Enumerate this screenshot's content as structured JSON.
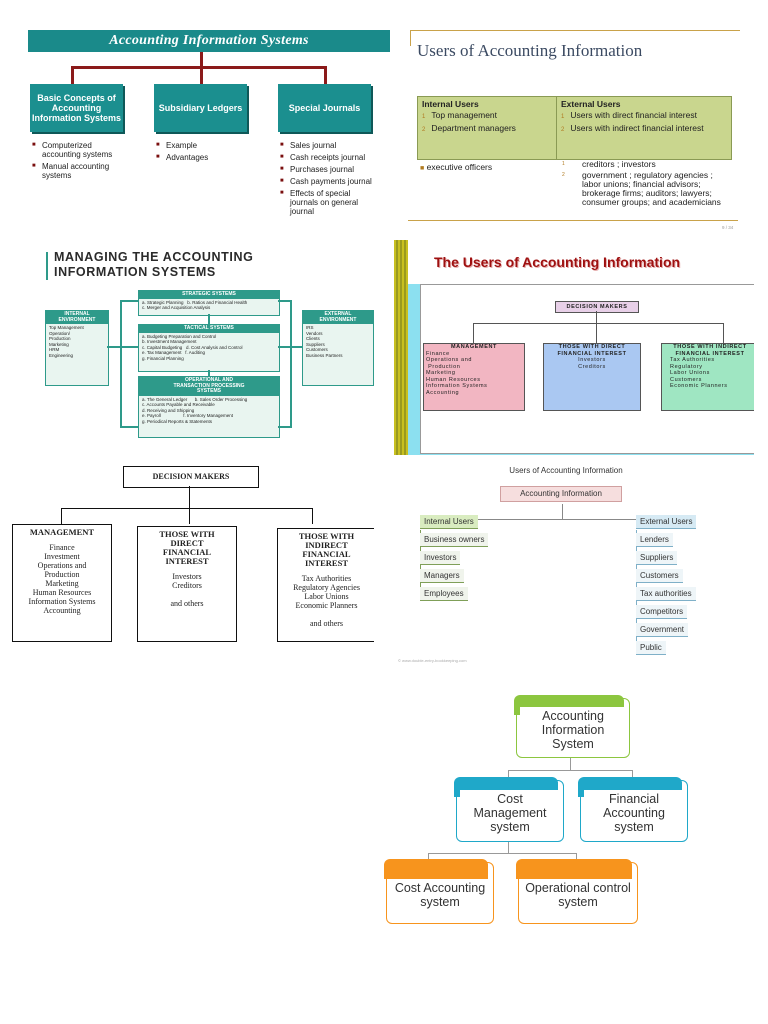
{
  "panel1": {
    "title": "Accounting Information Systems",
    "boxes": [
      {
        "label": "Basic Concepts of Accounting Information Systems",
        "items": [
          "Computerized accounting systems",
          "Manual accounting systems"
        ]
      },
      {
        "label": "Subsidiary Ledgers",
        "items": [
          "Example",
          "Advantages"
        ]
      },
      {
        "label": "Special Journals",
        "items": [
          "Sales journal",
          "Cash receipts journal",
          "Purchases journal",
          "Cash payments journal",
          "Effects of special journals on general journal"
        ]
      }
    ]
  },
  "panel2": {
    "title": "Users of Accounting Information",
    "internal_header": "Internal Users",
    "internal_items": [
      "Top management",
      "Department managers"
    ],
    "external_header": "External Users",
    "external_items": [
      "Users with direct financial interest",
      "Users with indirect financial interest"
    ],
    "bottom_left": "executive officers",
    "bottom_right_1": "creditors ; investors",
    "bottom_right_2": "government ; regulatory agencies ; labor unions; financial advisors; brokerage firms; auditors; lawyers; consumer groups; and academicians",
    "page_no": "9 / 34"
  },
  "panel3": {
    "title_line1": "MANAGING THE ACCOUNTING",
    "title_line2": "INFORMATION SYSTEMS",
    "internal": {
      "header": "INTERNAL\nENVIRONMENT",
      "items": "Top Management\nOperation/\nProduction\nMarketing\nHRM\nEngineering"
    },
    "external": {
      "header": "EXTERNAL\nENVIRONMENT",
      "items": "IRS\nVendors\nClients\nSuppliers\nCustomers\nBusiness Partners"
    },
    "strategic": {
      "header": "STRATEGIC SYSTEMS",
      "items": "a. Strategic Planning   b. Ratios and Financial Health\nc. Merger and Acquisition Analysis"
    },
    "tactical": {
      "header": "TACTICAL SYSTEMS",
      "items": "a. Budgeting Preparation and Control\nb. Investment Management\nc. Capital Budgeting   d. Cost Analysis and Control\ne. Tax Management   f. Auditing\ng. Financial Planning"
    },
    "operational": {
      "header": "OPERATIONAL AND\nTRANSACTION PROCESSING\nSYSTEMS",
      "items": "a. The General Ledger      b. Sales Order Processing\nc. Accounts Payable and Receivable\nd. Receiving and Shipping\ne. Payroll                  f. Inventory Management\ng. Periodical Reports & Statements"
    }
  },
  "panel4": {
    "title": "The Users of Accounting Information",
    "root": "DECISION MAKERS",
    "management": {
      "header": "MANAGEMENT",
      "items": "Finance\nOperations and\n Production\nMarketing\nHuman Resources\nInformation Systems\nAccounting"
    },
    "direct": {
      "header": "THOSE WITH DIRECT\nFINANCIAL INTEREST",
      "items": "Investors\nCreditors"
    },
    "indirect": {
      "header": "THOSE WITH INDIRECT\nFINANCIAL INTEREST",
      "items": "Tax Authorities\nRegulatory\nLabor Unions\nCustomers\nEconomic Planners"
    }
  },
  "panel5": {
    "root": "DECISION MAKERS",
    "management": {
      "header": "MANAGEMENT",
      "items": "Finance\nInvestment\nOperations and\nProduction\nMarketing\nHuman Resources\nInformation Systems\nAccounting"
    },
    "direct": {
      "header": "THOSE WITH\nDIRECT\nFINANCIAL\nINTEREST",
      "items": "Investors\nCreditors\n\nand others"
    },
    "indirect": {
      "header": "THOSE WITH\nINDIRECT\nFINANCIAL\nINTEREST",
      "items": "Tax Authorities\nRegulatory Agencies\nLabor Unions\nEconomic Planners\n\nand others"
    }
  },
  "panel6": {
    "title": "Users of Accounting Information",
    "root": "Accounting Information",
    "internal_header": "Internal Users",
    "internal_items": [
      "Business owners",
      "Investors",
      "Managers",
      "Employees"
    ],
    "external_header": "External Users",
    "external_items": [
      "Lenders",
      "Suppliers",
      "Customers",
      "Tax authorities",
      "Competitors",
      "Government",
      "Public"
    ],
    "footer": "© www.double-entry-bookkeeping.com"
  },
  "panel7": {
    "root": "Accounting Information System",
    "cost_mgmt": "Cost Management system",
    "fin_acct": "Financial Accounting system",
    "cost_acct": "Cost Accounting system",
    "op_control": "Operational control system",
    "colors": {
      "green": "#8cc63f",
      "blue": "#1fa8c9",
      "orange": "#f7941d"
    }
  }
}
